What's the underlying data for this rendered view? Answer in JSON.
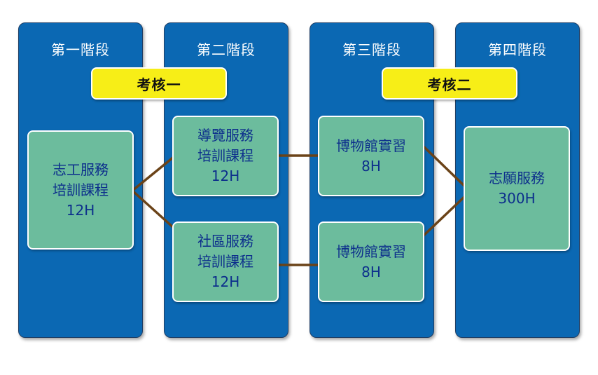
{
  "stages": [
    {
      "title": "第一階段"
    },
    {
      "title": "第二階段"
    },
    {
      "title": "第三階段"
    },
    {
      "title": "第四階段"
    }
  ],
  "exams": [
    {
      "label": "考核一"
    },
    {
      "label": "考核二"
    }
  ],
  "boxes": {
    "volunteer_training": [
      "志工服務",
      "培訓課程",
      "12H"
    ],
    "guide_training": [
      "導覽服務",
      "培訓課程",
      "12H"
    ],
    "community_training": [
      "社區服務",
      "培訓課程",
      "12H"
    ],
    "museum_internship_1": [
      "博物館實習",
      "8H"
    ],
    "museum_internship_2": [
      "博物館實習",
      "8H"
    ],
    "volunteer_service": [
      "志願服務",
      "300H"
    ]
  },
  "colors": {
    "stage_bg": "#0b68b3",
    "box_bg": "#6cbc9d",
    "box_text": "#0d2f8c",
    "exam_bg": "#f7ee17",
    "connector": "#6b4318"
  }
}
